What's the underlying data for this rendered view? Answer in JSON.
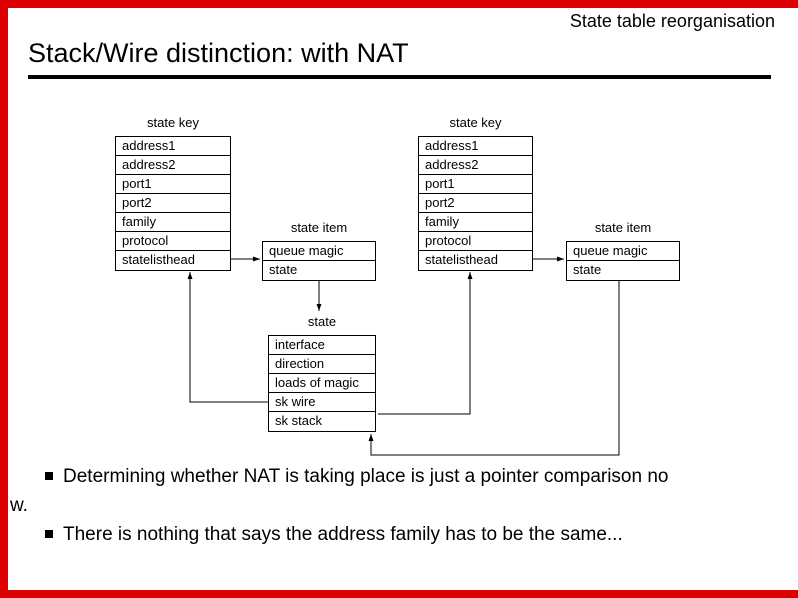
{
  "header": {
    "context": "State table reorganisation",
    "title": "Stack/Wire distinction: with NAT"
  },
  "diagram": {
    "state_key_left": {
      "label": "state key",
      "rows": [
        "address1",
        "address2",
        "port1",
        "port2",
        "family",
        "protocol",
        "statelisthead"
      ]
    },
    "state_item_left": {
      "label": "state item",
      "rows": [
        "queue magic",
        "state"
      ]
    },
    "state_key_right": {
      "label": "state key",
      "rows": [
        "address1",
        "address2",
        "port1",
        "port2",
        "family",
        "protocol",
        "statelisthead"
      ]
    },
    "state_item_right": {
      "label": "state item",
      "rows": [
        "queue magic",
        "state"
      ]
    },
    "state": {
      "label": "state",
      "rows": [
        "interface",
        "direction",
        "loads of magic",
        "sk wire",
        "sk stack"
      ]
    }
  },
  "bullets": [
    {
      "line1": "Determining whether NAT is taking place is just a pointer comparison no",
      "line2": "w."
    },
    {
      "line1": "There is nothing that says the address family has to be the same...",
      "line2": ""
    }
  ],
  "colors": {
    "frame": "#dd0000"
  }
}
